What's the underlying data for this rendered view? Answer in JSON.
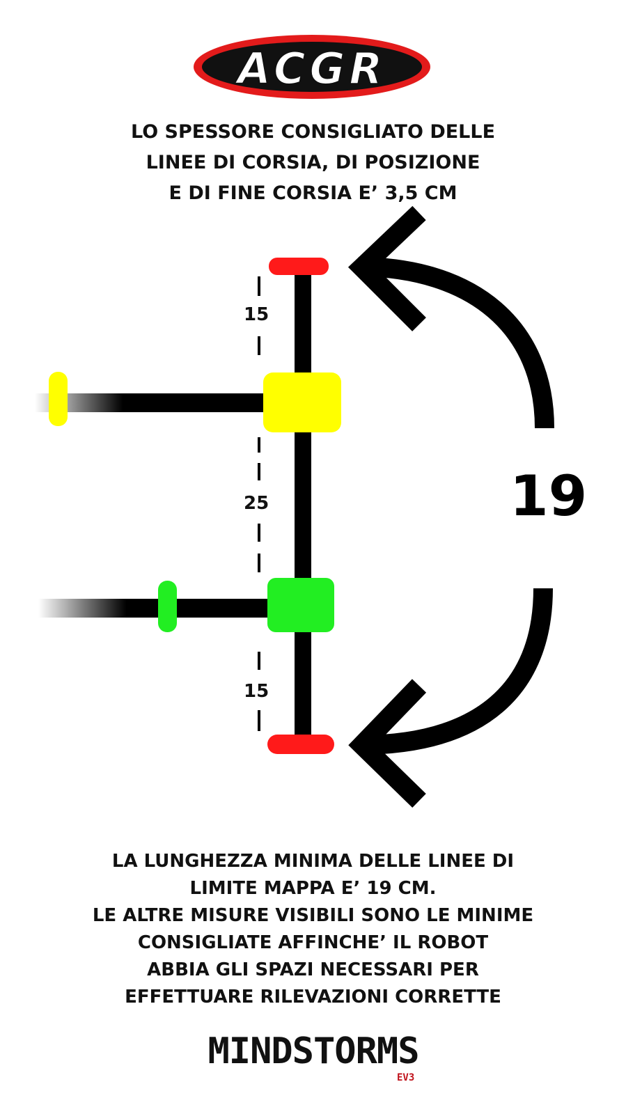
{
  "logo": {
    "text": "ACGR"
  },
  "header_text": [
    "LO SPESSORE CONSIGLIATO DELLE",
    "LINEE DI CORSIA, DI POSIZIONE",
    "E DI FINE CORSIA E’ 3,5 CM"
  ],
  "dimensions": {
    "top": "15",
    "middle": "25",
    "bottom": "15",
    "total": "19"
  },
  "footer_text": [
    "LA LUNGHEZZA MINIMA DELLE LINEE DI",
    "LIMITE MAPPA E’ 19 CM.",
    "LE ALTRE MISURE VISIBILI SONO LE MINIME",
    "CONSIGLIATE AFFINCHE’ IL ROBOT",
    "ABBIA GLI SPAZI NECESSARI PER",
    "EFFETTUARE RILEVAZIONI CORRETTE"
  ],
  "brand": {
    "name": "MINDSTORMS",
    "sub": "EV3"
  },
  "colors": {
    "red": "#ff1a1a",
    "yellow": "#ffff00",
    "green": "#22ee22",
    "black": "#000000"
  }
}
